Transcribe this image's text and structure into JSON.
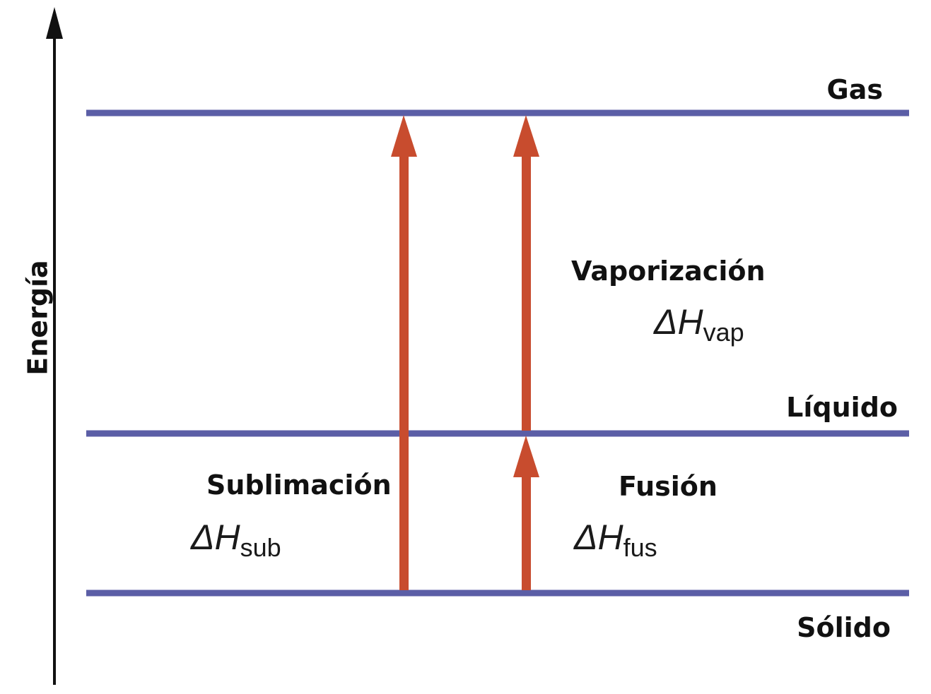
{
  "axis": {
    "label": "Energía"
  },
  "levels": {
    "gas": "Gas",
    "liquid": "Líquido",
    "solid": "Sólido"
  },
  "transitions": {
    "vaporization": {
      "label": "Vaporización",
      "symbol": "ΔH",
      "subscript": "vap"
    },
    "sublimation": {
      "label": "Sublimación",
      "symbol": "ΔH",
      "subscript": "sub"
    },
    "fusion": {
      "label": "Fusión",
      "symbol": "ΔH",
      "subscript": "fus"
    }
  },
  "colors": {
    "level_line": "#5b5ea6",
    "arrow": "#c84c2e",
    "axis": "#111111"
  }
}
